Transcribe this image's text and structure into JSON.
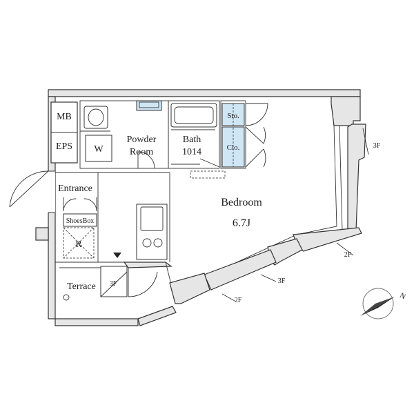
{
  "rooms": {
    "mb": "MB",
    "eps": "EPS",
    "w": "W",
    "powder_line1": "Powder",
    "powder_line2": "Room",
    "bath_line1": "Bath",
    "bath_line2": "1014",
    "sto": "Sto.",
    "clo": "Clo.",
    "entrance": "Entrance",
    "shoesbox": "ShoesBox",
    "r": "R",
    "terrace": "Terrace",
    "terrace_3f": "3F",
    "bedroom": "Bedroom",
    "bedroom_size": "6.7J"
  },
  "window_levels": {
    "right": "3F",
    "lower_right": "2F",
    "lower_mid": "3F",
    "lower_left": "2F"
  },
  "compass": {
    "north": "N",
    "icon": "north-arrow-icon"
  },
  "colors": {
    "wall": "#e6e6e6",
    "closet": "#cfe6f5",
    "line": "#333333"
  }
}
